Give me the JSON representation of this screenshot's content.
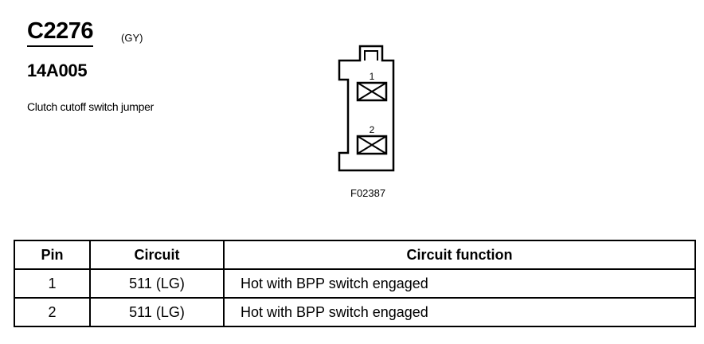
{
  "connector": {
    "code": "C2276",
    "color": "(GY)",
    "part_number": "14A005",
    "description": "Clutch cutoff switch jumper",
    "figure_id": "F02387",
    "cavities": [
      "1",
      "2"
    ]
  },
  "table": {
    "headers": {
      "pin": "Pin",
      "circuit": "Circuit",
      "function": "Circuit function"
    },
    "rows": [
      {
        "pin": "1",
        "circuit": "511 (LG)",
        "function": "Hot with BPP switch engaged"
      },
      {
        "pin": "2",
        "circuit": "511 (LG)",
        "function": "Hot with BPP switch engaged"
      }
    ]
  }
}
